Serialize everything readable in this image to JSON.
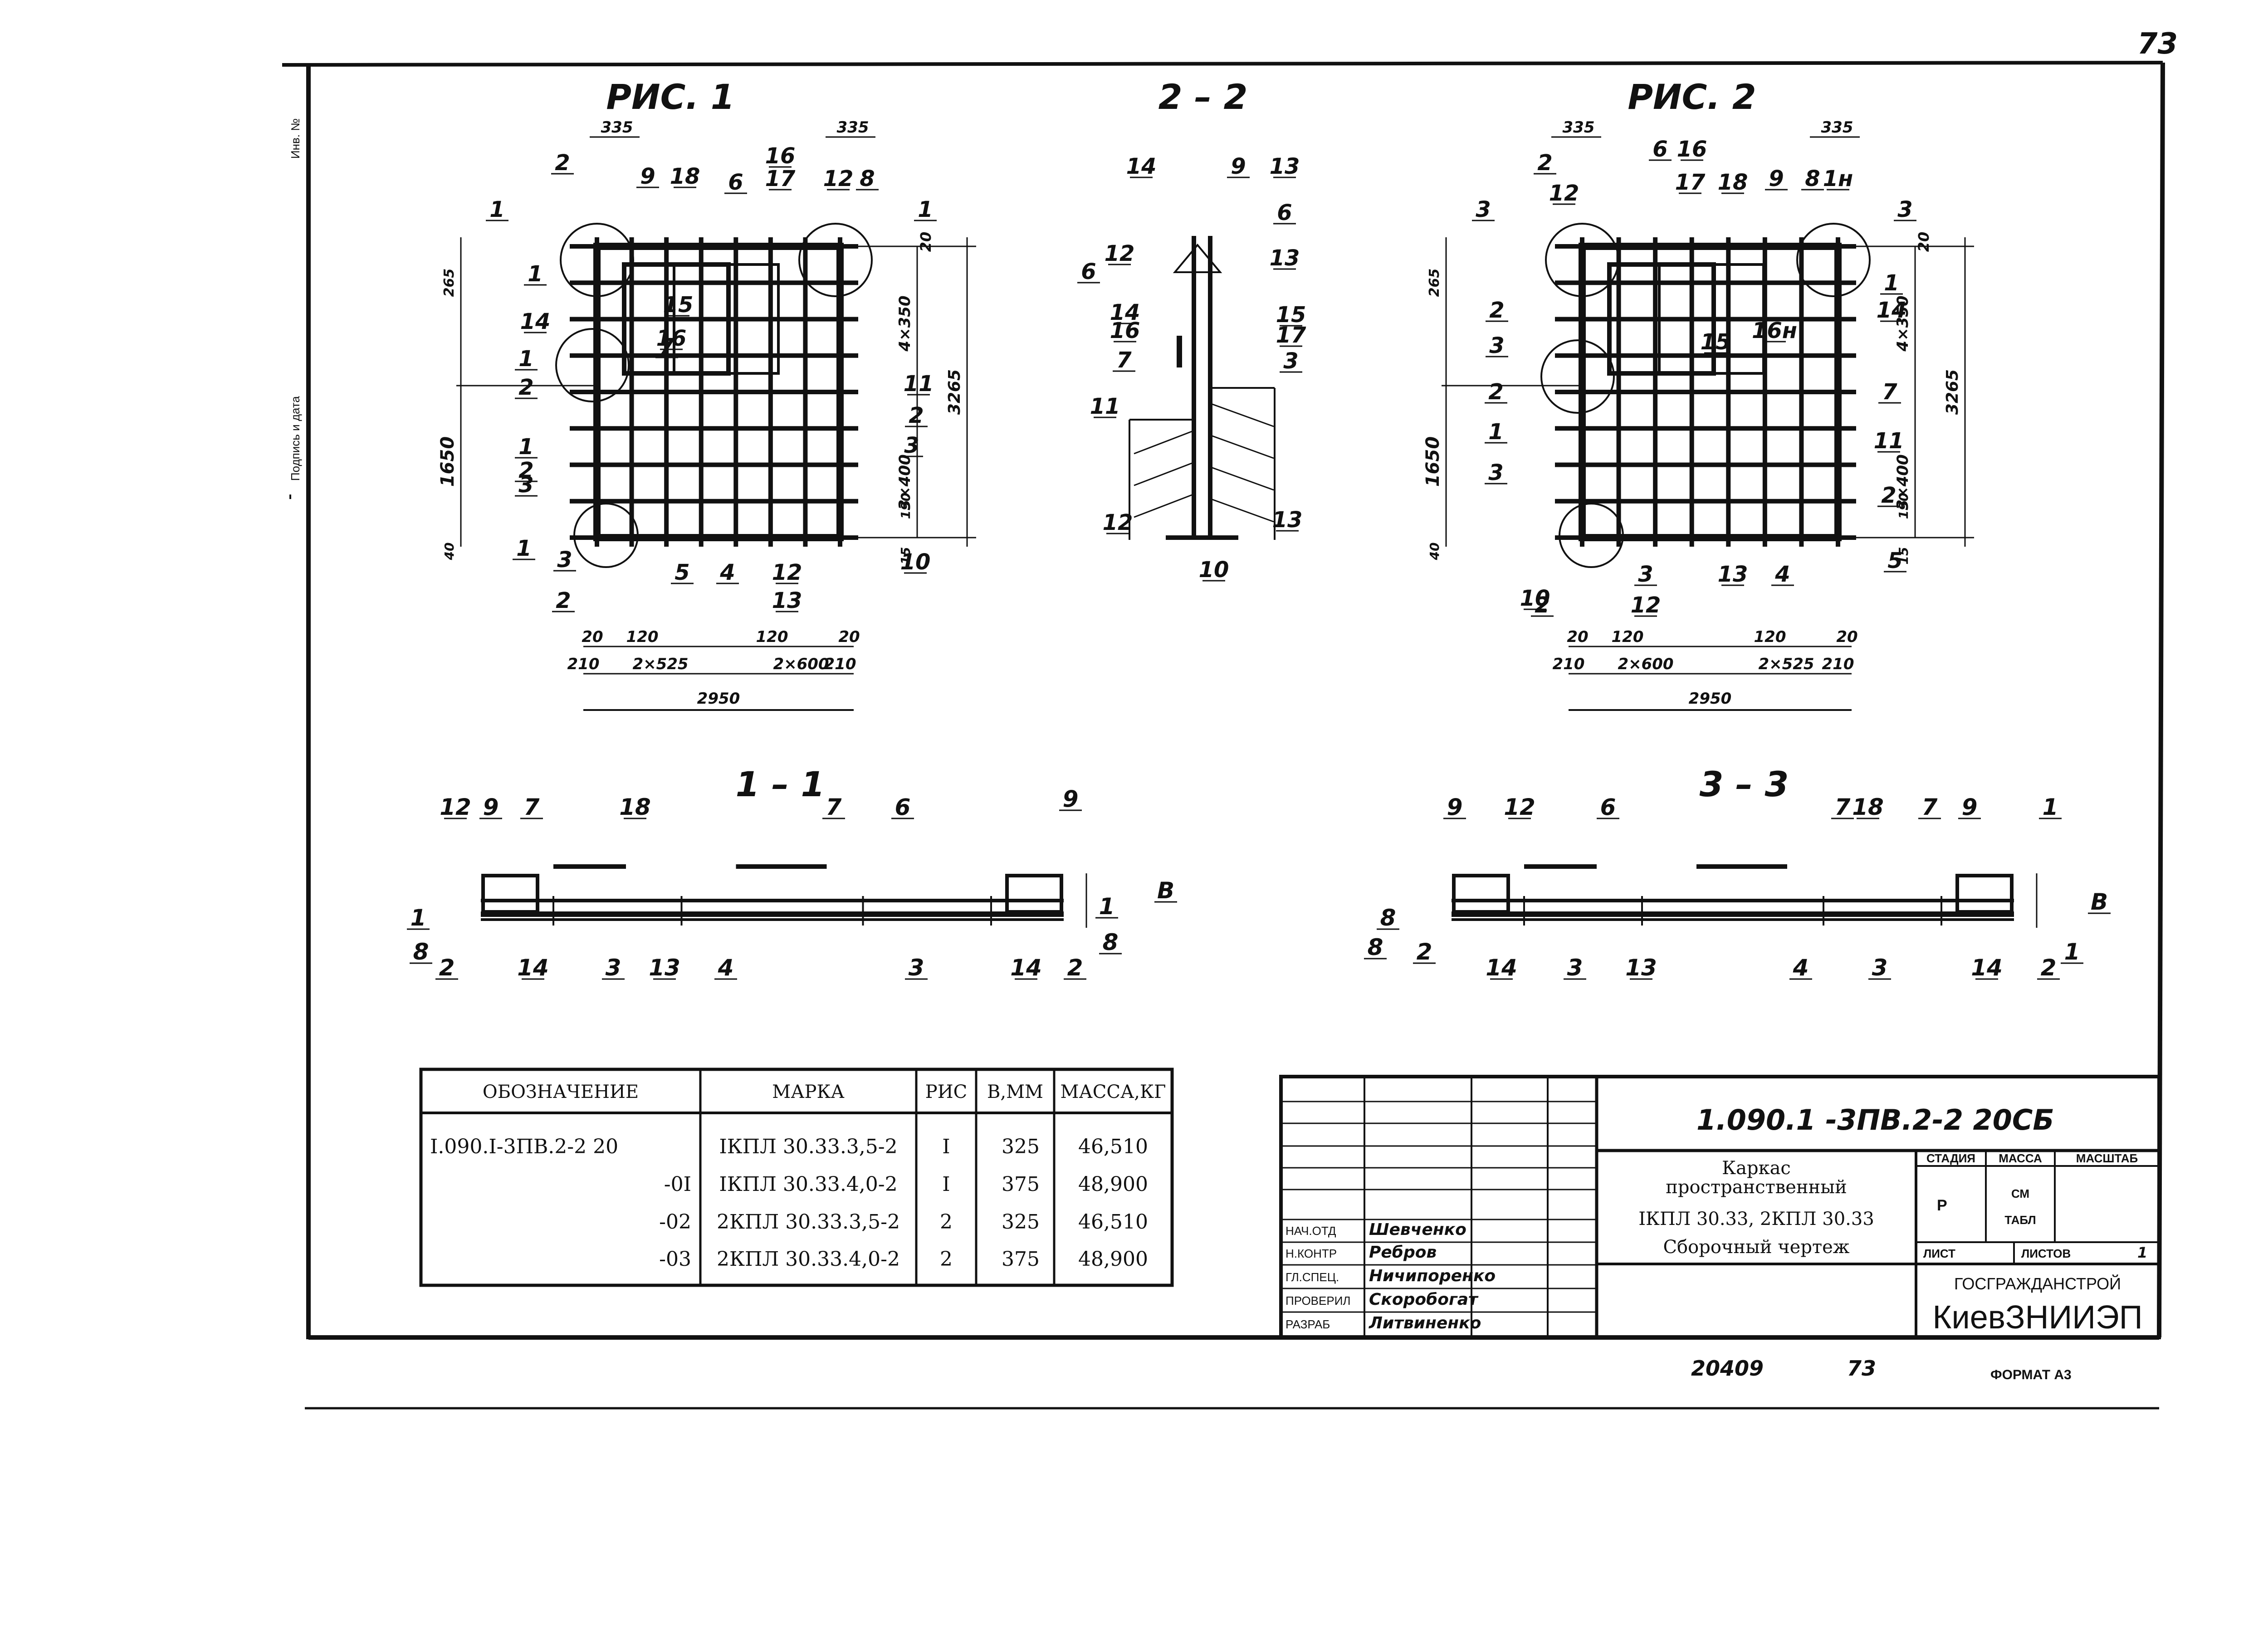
{
  "sheet": {
    "page_number_corner": "73",
    "bottom_number": "20409",
    "bottom_page": "73",
    "format": "ФОРМАТ А3",
    "margin_text_1": "Инв. №",
    "margin_text_2": "Подпись и дата"
  },
  "views": {
    "fig1_title": "РИС. 1",
    "section22_title": "2 – 2",
    "fig2_title": "РИС. 2",
    "section11_title": "1 – 1",
    "section33_title": "3 – 3"
  },
  "fig1": {
    "dims": [
      "335",
      "335",
      "20",
      "4×350",
      "3265",
      "3×400",
      "190",
      "15",
      "265",
      "1650",
      "40",
      "20",
      "120",
      "120",
      "20",
      "210",
      "2×525",
      "2×600",
      "210",
      "2950"
    ],
    "callouts": [
      "2",
      "9",
      "18",
      "6",
      "16",
      "17",
      "12",
      "8",
      "1",
      "1",
      "1",
      "14",
      "15",
      "16",
      "7",
      "1",
      "2",
      "11",
      "2",
      "3",
      "3",
      "1",
      "2",
      "3",
      "5",
      "4",
      "12",
      "13",
      "10",
      "2",
      "1"
    ]
  },
  "section22": {
    "callouts": [
      "14",
      "9",
      "13",
      "6",
      "12",
      "13",
      "6",
      "14",
      "16",
      "7",
      "15",
      "17",
      "3",
      "11",
      "12",
      "13",
      "10"
    ]
  },
  "fig2": {
    "dims": [
      "335",
      "335",
      "20",
      "4×350",
      "3265",
      "3×400",
      "190",
      "15",
      "265",
      "1650",
      "40",
      "20",
      "120",
      "120",
      "20",
      "210",
      "2×600",
      "2×525",
      "210",
      "2950"
    ],
    "callouts": [
      "2",
      "12",
      "6",
      "16",
      "17",
      "18",
      "9",
      "8",
      "1н",
      "3",
      "3",
      "2",
      "3",
      "2",
      "1",
      "3",
      "1",
      "14",
      "15",
      "16н",
      "7",
      "11",
      "2",
      "3",
      "12",
      "13",
      "4",
      "5",
      "10",
      "2"
    ]
  },
  "section11": {
    "callouts": [
      "12",
      "9",
      "7",
      "18",
      "7",
      "6",
      "9",
      "1",
      "8",
      "2",
      "14",
      "3",
      "13",
      "4",
      "3",
      "14",
      "2",
      "8",
      "1",
      "В"
    ]
  },
  "section33": {
    "callouts": [
      "9",
      "12",
      "6",
      "7",
      "18",
      "7",
      "9",
      "1",
      "1",
      "8",
      "2",
      "14",
      "3",
      "13",
      "4",
      "3",
      "14",
      "2",
      "8",
      "В"
    ]
  },
  "parts_table": {
    "headers": [
      "ОБОЗНАЧЕНИЕ",
      "МАРКА",
      "РИС",
      "В,ММ",
      "МАССА,КГ"
    ],
    "rows": [
      [
        "I.090.I-3ПВ.2-2 20",
        "IКПЛ 30.33.3,5-2",
        "I",
        "325",
        "46,510"
      ],
      [
        "-0I",
        "IКПЛ 30.33.4,0-2",
        "I",
        "375",
        "48,900"
      ],
      [
        "-02",
        "2КПЛ 30.33.3,5-2",
        "2",
        "325",
        "46,510"
      ],
      [
        "-03",
        "2КПЛ 30.33.4,0-2",
        "2",
        "375",
        "48,900"
      ]
    ]
  },
  "title_block": {
    "doc_code": "1.090.1 -3ПВ.2-2   20СБ",
    "name_line1": "Каркас",
    "name_line2": "пространственный",
    "name_line3": "IКПЛ 30.33, 2КПЛ 30.33",
    "name_line4": "Сборочный чертеж",
    "stage_label": "СТАДИЯ",
    "mass_label": "МАССА",
    "scale_label": "МАСШТАБ",
    "stage_value": "Р",
    "mass_value_1": "СМ",
    "mass_value_2": "ТАБЛ",
    "sheet_label": "ЛИСТ",
    "sheets_label": "ЛИСТОВ",
    "sheets_value": "1",
    "org_1": "ГОСГРАЖДАНСТРОЙ",
    "org_2": "КиевЗНИИЭП",
    "roles": [
      {
        "role": "НАЧ.ОТД",
        "name": "Шевченко"
      },
      {
        "role": "Н.КОНТР",
        "name": "Ребров"
      },
      {
        "role": "ГЛ.СПЕЦ.",
        "name": "Ничипоренко"
      },
      {
        "role": "ПРОВЕРИЛ",
        "name": "Скоробогат"
      },
      {
        "role": "РАЗРАБ",
        "name": "Литвиненко"
      }
    ]
  }
}
